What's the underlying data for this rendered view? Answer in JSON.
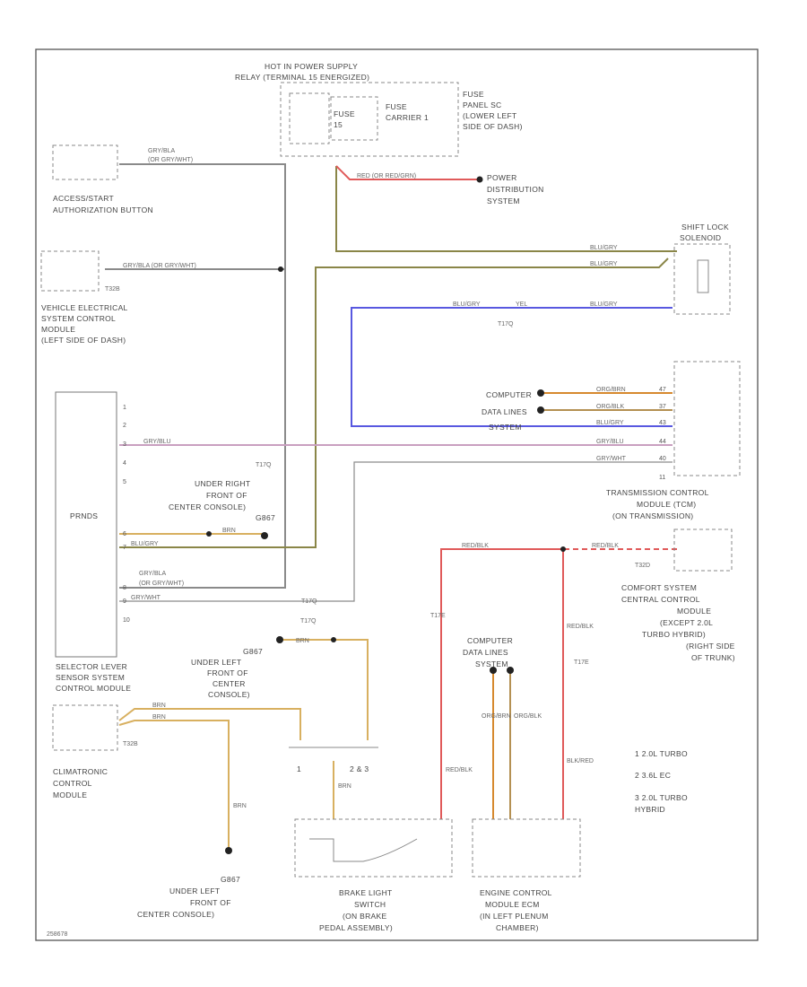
{
  "labels": {
    "relay": [
      "HOT IN POWER SUPPLY",
      "RELAY (TERMINAL 15 ENERGIZED)"
    ],
    "fuse": [
      "FUSE",
      "15"
    ],
    "fuse_carrier": [
      "FUSE",
      "CARRIER 1"
    ],
    "fuse_panel": [
      "FUSE",
      "PANEL SC",
      "(LOWER LEFT",
      "SIDE OF DASH)"
    ],
    "power_dist": [
      "POWER",
      "DISTRIBUTION",
      "SYSTEM"
    ],
    "accessory": [
      "ACCESS/START",
      "AUTHORIZATION BUTTON"
    ],
    "vehicle_elec": [
      "VEHICLE ELECTRICAL",
      "SYSTEM CONTROL",
      "MODULE",
      "(LEFT SIDE OF DASH)"
    ],
    "shift_lock": [
      "SHIFT LOCK",
      "SOLENOID"
    ],
    "computer_data_1": [
      "COMPUTER",
      "DATA LINES",
      "SYSTEM"
    ],
    "selector_inner": "PRNDS",
    "ground_right": [
      "UNDER RIGHT",
      "FRONT OF",
      "CENTER CONSOLE)",
      "G867"
    ],
    "tcm": [
      "TRANSMISSION CONTROL",
      "MODULE (TCM)",
      "(ON TRANSMISSION)"
    ],
    "comfort": [
      "COMFORT SYSTEM",
      "CENTRAL CONTROL",
      "MODULE",
      "(EXCEPT 2.0L",
      "TURBO HYBRID)",
      "(RIGHT SIDE",
      "OF TRUNK)"
    ],
    "selector_module": [
      "SELECTOR LEVER",
      "SENSOR SYSTEM",
      "CONTROL MODULE"
    ],
    "ground_left_top": [
      "G867",
      "UNDER LEFT",
      "FRONT OF",
      "CENTER",
      "CONSOLE)"
    ],
    "climatronic": [
      "CLIMATRONIC",
      "CONTROL",
      "MODULE"
    ],
    "computer_data_2": [
      "COMPUTER",
      "DATA LINES",
      "SYSTEM"
    ],
    "brake_switch": [
      "BRAKE LIGHT",
      "SWITCH",
      "(ON BRAKE",
      "PEDAL ASSEMBLY)"
    ],
    "ecm": [
      "ENGINE CONTROL",
      "MODULE ECM",
      "(IN LEFT PLENUM",
      "CHAMBER)"
    ],
    "ground_left_bottom": [
      "G867",
      "UNDER LEFT",
      "FRONT OF",
      "CENTER CONSOLE)"
    ],
    "legend": [
      "1  2.0L TURBO",
      "2  3.6L EC",
      "3  2.0L TURBO",
      "    HYBRID"
    ],
    "brake_pins": [
      "1",
      "2 & 3"
    ],
    "footer_code": "258678"
  },
  "wires": {
    "gry_bla": [
      "GRY/BLA",
      "(OR GRY/WHT)"
    ],
    "gry_bla_inline": "GRY/BLA (OR GRY/WHT)",
    "red": "RED (OR RED/GRN)",
    "blu_gry_top": "BLU/GRY",
    "blu_gry_2": "BLU/GRY",
    "blu_gry_blue": "BLU/GRY",
    "yel": "YEL",
    "blu_gry_blue2": "BLU/GRY",
    "org_brn_1": "ORG/BRN",
    "org_blk": "ORG/BLK",
    "blu_gry_3": "BLU/GRY",
    "gry_blu": "GRY/BLU",
    "gry_wht": "GRY/WHT",
    "gry_blu_selector": "GRY/BLU",
    "brn_1": "BRN",
    "blu_gry_selector": "BLU/GRY",
    "gry_bla_lower": [
      "GRY/BLA",
      "(OR GRY/WHT)"
    ],
    "gry_wht_lower": "GRY/WHT",
    "red_blk_1": "RED/BLK",
    "red_blk_2": "RED/BLK",
    "brn_2": "BRN",
    "brn_3": "BRN",
    "brn_4": "BRN",
    "brn_5": "BRN",
    "brn_6": "BRN",
    "org_brn_2": "ORG/BRN",
    "org_blk_2": "ORG/BLK",
    "red_blk_3": "RED/BLK",
    "red_blk_4": "RED/BLK",
    "blk_red": "BLK/RED"
  },
  "connectors": {
    "t32_a": "T32B",
    "t17_a": "T17Q",
    "t17_b": "T17Q",
    "t17_c": "T17Q",
    "t32_b": "T32D",
    "t17_d": "T17Q",
    "t32_c": "T32B",
    "t17_e": "T17E",
    "t17_f": "T17E"
  },
  "pins": {
    "selector": [
      "1",
      "2",
      "3",
      "4",
      "5",
      "6",
      "7",
      "8",
      "9",
      "10"
    ],
    "tcm": [
      "47",
      "37",
      "43",
      "44",
      "40",
      "11"
    ]
  },
  "colors": {
    "gray": "#8a8a8a",
    "olive": "#8a8648",
    "red": "#e05a5a",
    "blue": "#5858e0",
    "orange": "#d6892e",
    "tan": "#b49052",
    "pink": "#c9a0c0",
    "brown": "#d8b060",
    "frame": "#555555"
  }
}
